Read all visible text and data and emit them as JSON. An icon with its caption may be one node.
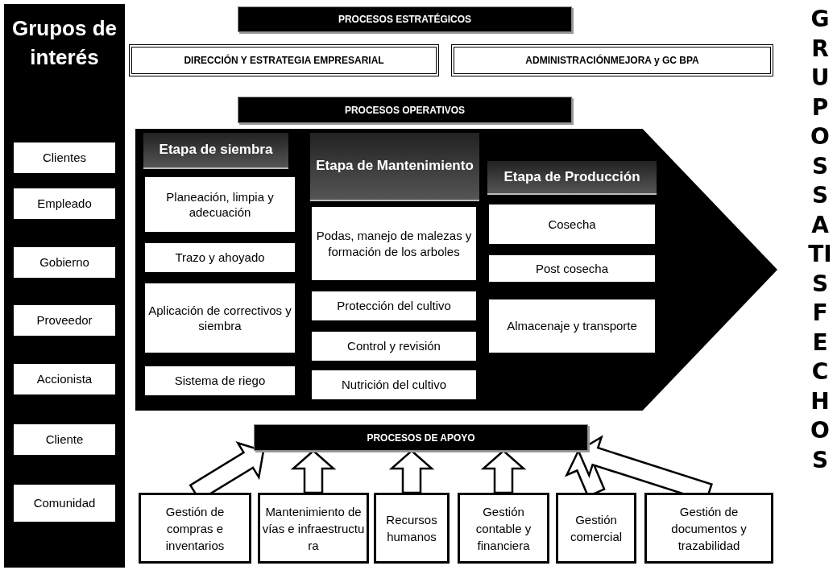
{
  "diagram": {
    "nodes": [
      {
        "text": [
          "Grupos de interés"
        ]
      },
      {
        "text": [
          "Clientes"
        ],
        "in": 0
      },
      {
        "text": [
          "Empleado"
        ],
        "in": 0
      },
      {
        "text": [
          "Gobierno"
        ],
        "in": 0
      },
      {
        "text": [
          "Proveedor"
        ],
        "in": 0
      },
      {
        "text": [
          "Accionista"
        ],
        "in": 0
      },
      {
        "text": [
          "Cliente"
        ],
        "in": 0
      },
      {
        "text": [
          "Comunidad"
        ],
        "in": 0
      },
      {
        "text": [
          "PROCESOS ESTRATÉGICOS"
        ]
      },
      {
        "text": [
          "DIRECCIÓN Y ESTRATEGIA EMPRESARIAL"
        ]
      },
      {
        "text": [
          "ADMINISTRACIÓNMEJORA y GC BPA"
        ]
      },
      {
        "text": [
          "PROCESOS OPERATIVOS"
        ]
      },
      {
        "text": [],
        "shape": "arrow"
      },
      {
        "text": [
          "Etapa de siembra"
        ],
        "in": 12
      },
      {
        "text": [
          "Planeación, limpia y adecuación"
        ],
        "in": 12
      },
      {
        "text": [
          "Trazo y ahoyado"
        ],
        "in": 12
      },
      {
        "text": [
          "Aplicación de correctivos y siembra"
        ],
        "in": 12
      },
      {
        "text": [
          "Sistema de riego"
        ],
        "in": 12
      },
      {
        "text": [
          "Etapa de Mantenimiento"
        ],
        "in": 12
      },
      {
        "text": [
          "Podas, manejo de malezas y formación de los arboles"
        ],
        "in": 12
      },
      {
        "text": [
          "Protección del cultivo"
        ],
        "in": 12
      },
      {
        "text": [
          "Control y revisión"
        ],
        "in": 12
      },
      {
        "text": [
          "Nutrición del cultivo"
        ],
        "in": 12
      },
      {
        "text": [
          "Etapa de Producción"
        ],
        "in": 12
      },
      {
        "text": [
          "Cosecha"
        ],
        "in": 12
      },
      {
        "text": [
          "Post cosecha"
        ],
        "in": 12
      },
      {
        "text": [
          "Almacenaje y transporte"
        ],
        "in": 12
      },
      {
        "text": [
          "PROCESOS DE APOYO"
        ]
      },
      {
        "text": [
          "Gestión de compras e inventarios"
        ]
      },
      {
        "text": [
          "Mantenimiento de vías e infraestructura"
        ]
      },
      {
        "text": [
          "Recursos humanos"
        ]
      },
      {
        "text": [
          "Gestión contable y financiera"
        ]
      },
      {
        "text": [
          "Gestión comercial"
        ]
      },
      {
        "text": [
          "Gestión de documentos y trazabilidad"
        ]
      }
    ],
    "edges": [
      {
        "from": 28,
        "to": 27,
        "arrow": "to"
      },
      {
        "from": 29,
        "to": 27,
        "arrow": "to"
      },
      {
        "from": 30,
        "to": 27,
        "arrow": "to"
      },
      {
        "from": 31,
        "to": 27,
        "arrow": "to"
      },
      {
        "from": 32,
        "to": 27,
        "arrow": "to"
      },
      {
        "from": 33,
        "to": 27,
        "arrow": "to"
      }
    ],
    "labels": [
      "GRUPOS SATISFECHOS"
    ]
  }
}
